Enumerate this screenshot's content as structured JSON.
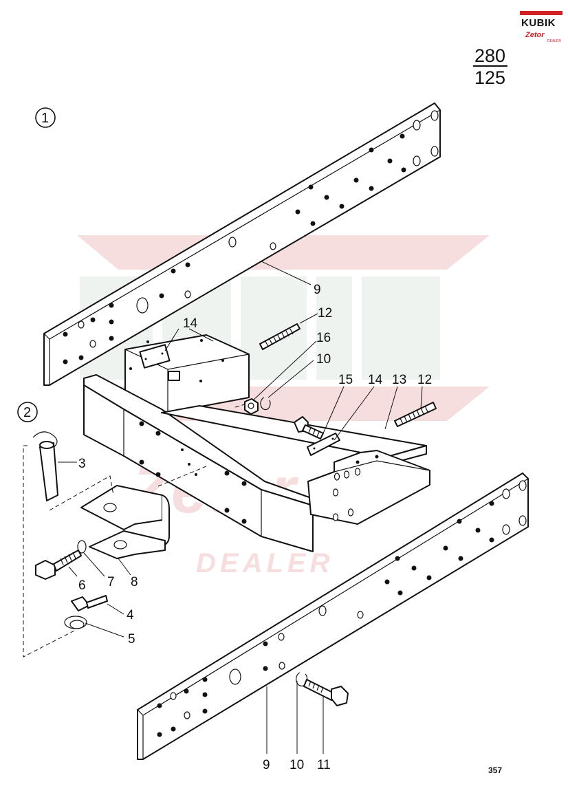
{
  "logo": {
    "brand": "KUBIK",
    "sub": "Zetor",
    "dealer": "DEALER"
  },
  "page_ref": {
    "numerator": "280",
    "denominator": "125"
  },
  "page_number": "357",
  "variants": {
    "v1": "1",
    "v2": "2"
  },
  "watermark": {
    "brand": "KUBIK",
    "sub": "Zetor",
    "dealer": "DEALER"
  },
  "callouts": {
    "c9_top": "9",
    "c12_top": "12",
    "c14_top": "14",
    "c16": "16",
    "c10_mid": "10",
    "c15": "15",
    "c14_right": "14",
    "c13": "13",
    "c12_right": "12",
    "c3": "3",
    "c6": "6",
    "c7": "7",
    "c8": "8",
    "c4": "4",
    "c5": "5",
    "c9_bottom": "9",
    "c10_bottom": "10",
    "c11": "11"
  },
  "colors": {
    "line": "#111111",
    "logo_red": "#d31f26",
    "watermark_red": "#f7dede",
    "watermark_grey": "#eef3ef"
  }
}
